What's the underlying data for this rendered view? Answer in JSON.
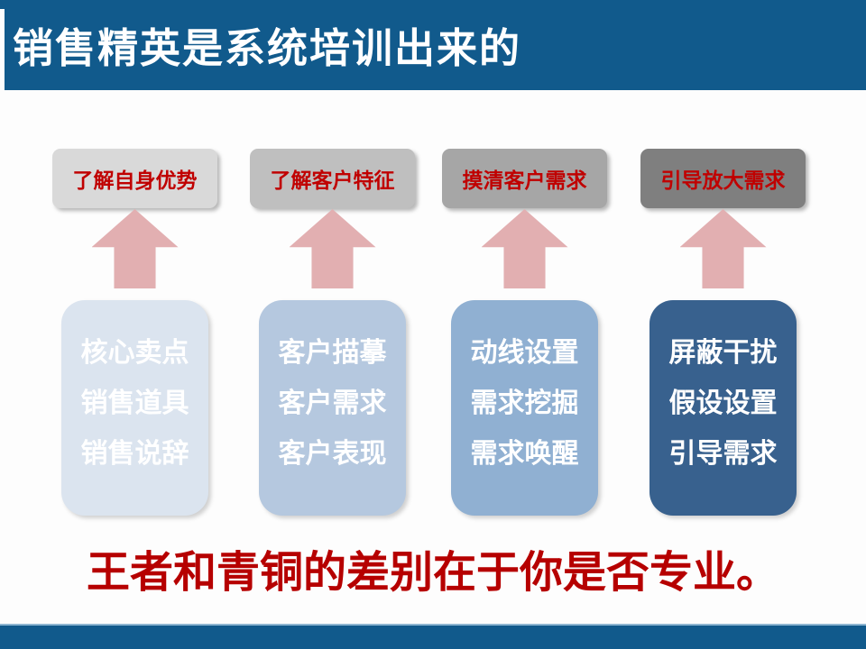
{
  "slide": {
    "title": "销售精英是系统培训出来的",
    "conclusion": "王者和青铜的差别在于你是否专业。",
    "colors": {
      "header_bg": "#115a8c",
      "footer_bg": "#115a8c",
      "stage_label_text": "#c00000",
      "conclusion_text": "#b60000",
      "arrow": "#e2afb1"
    },
    "columns": [
      {
        "label": "了解自身优势",
        "label_bg": "#d9d9d9",
        "box_bg": "#dbe4ef",
        "items": [
          "核心卖点",
          "销售道具",
          "销售说辞"
        ]
      },
      {
        "label": "了解客户特征",
        "label_bg": "#bfbfbf",
        "box_bg": "#b5c8df",
        "items": [
          "客户描摹",
          "客户需求",
          "客户表现"
        ]
      },
      {
        "label": "摸清客户需求",
        "label_bg": "#a6a6a6",
        "box_bg": "#90b0d2",
        "items": [
          "动线设置",
          "需求挖掘",
          "需求唤醒"
        ]
      },
      {
        "label": "引导放大需求",
        "label_bg": "#7f7f7f",
        "box_bg": "#38618e",
        "items": [
          "屏蔽干扰",
          "假设设置",
          "引导需求"
        ]
      }
    ]
  }
}
